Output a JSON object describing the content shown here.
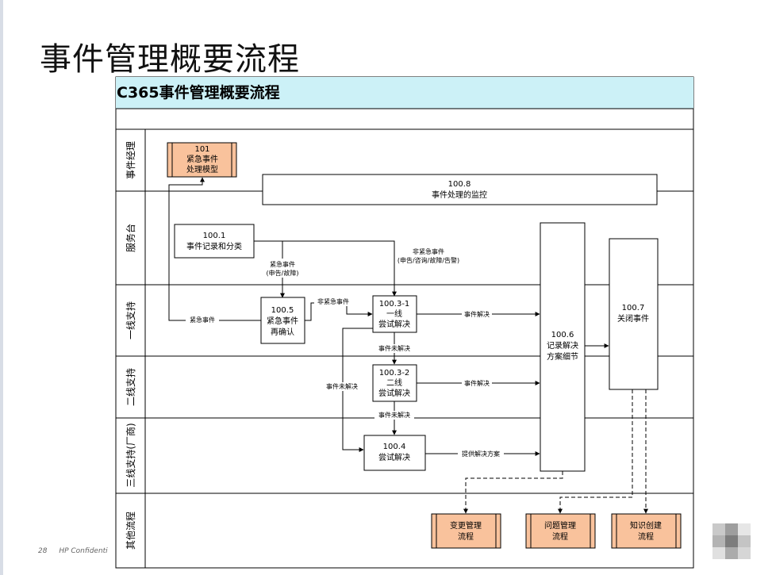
{
  "slide": {
    "title": "事件管理概要流程",
    "footer_page": "28",
    "footer_text": "HP Confidenti"
  },
  "diagram": {
    "header_title": "C365事件管理概要流程",
    "lanes": [
      "事件经理",
      "服务台",
      "一线支持",
      "二线支持",
      "三线支持(厂商)",
      "其他流程"
    ],
    "boxes": {
      "b101": {
        "id": "101",
        "line1": "紧急事件",
        "line2": "处理模型"
      },
      "b1008": {
        "id": "100.8",
        "line1": "事件处理的监控"
      },
      "b1001": {
        "id": "100.1",
        "line1": "事件记录和分类"
      },
      "b1005": {
        "id": "100.5",
        "line1": "紧急事件",
        "line2": "再确认"
      },
      "b10031": {
        "id": "100.3-1",
        "line1": "一线",
        "line2": "尝试解决"
      },
      "b10032": {
        "id": "100.3-2",
        "line1": "二线",
        "line2": "尝试解决"
      },
      "b1004": {
        "id": "100.4",
        "line1": "尝试解决"
      },
      "b1006": {
        "id": "100.6",
        "line1": "记录解决",
        "line2": "方案细节"
      },
      "b1007": {
        "id": "100.7",
        "line1": "关闭事件"
      },
      "change": {
        "line1": "变更管理",
        "line2": "流程"
      },
      "problem": {
        "line1": "问题管理",
        "line2": "流程"
      },
      "knowledge": {
        "line1": "知识创建",
        "line2": "流程"
      }
    },
    "labels": {
      "nonurgent_top": "非紧急事件",
      "nonurgent_top_sub": "(申告/咨询/故障/告警)",
      "urgent_mid": "紧急事件",
      "urgent_mid_sub": "(申告/故障)",
      "urgent_left": "紧急事件",
      "nonurgent_small": "非紧急事件",
      "resolved1": "事件解决",
      "unresolved1": "事件未解决",
      "resolved2": "事件解决",
      "unresolved2": "事件未解决",
      "unresolved_left": "事件未解决",
      "provide_solution": "提供解决方案"
    },
    "colors": {
      "header": "#ccf1f7",
      "process_box": "#f9c29c",
      "lane_header_bg": "#ffffff",
      "line": "#000000"
    }
  }
}
